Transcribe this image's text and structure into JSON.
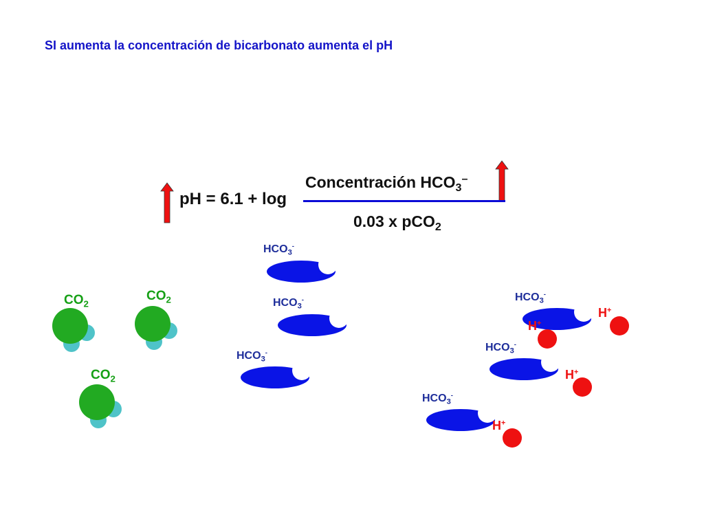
{
  "title": "SI aumenta la concentración de bicarbonato aumenta el pH",
  "equation": {
    "lhs": "pH = 6.1 + log",
    "numerator_prefix": "Concentración HCO",
    "numerator_sub": "3",
    "numerator_sup": "–",
    "denominator_prefix": "0.03 x pCO",
    "denominator_sub": "2"
  },
  "labels": {
    "co2_base": "CO",
    "co2_sub": "2",
    "hco3_base": "HCO",
    "hco3_sub": "3",
    "hco3_sup": "-",
    "hplus_base": "H",
    "hplus_sup": "+"
  },
  "colors": {
    "title": "#1414c8",
    "equation_text": "#111111",
    "fraction_line": "#0b0bd6",
    "arrow": "#ee1111",
    "co2_atom": "#22aa22",
    "oxygen_atom": "#4fc3c8",
    "bicarbonate": "#0a14e6",
    "proton": "#ee1111"
  }
}
